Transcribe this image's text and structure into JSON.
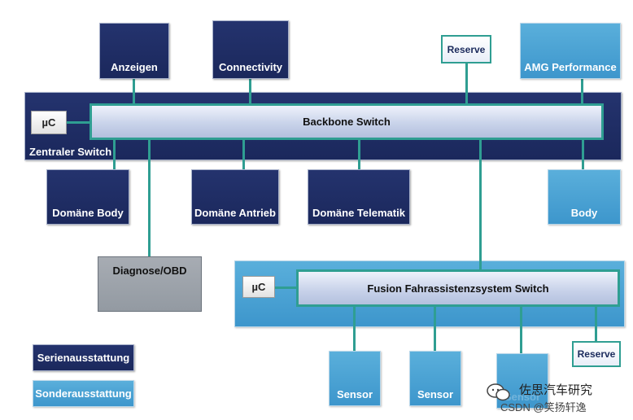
{
  "central": {
    "area_label": "Zentraler Switch",
    "uc_label": "µC",
    "switch_label": "Backbone Switch"
  },
  "top_units": {
    "anzeigen": "Anzeigen",
    "connectivity": "Connectivity",
    "reserve": "Reserve",
    "amg": "AMG Performance"
  },
  "domains": {
    "body": "Domäne Body",
    "antrieb": "Domäne Antrieb",
    "telematik": "Domäne Telematik",
    "body_option": "Body"
  },
  "diagnose": "Diagnose/OBD",
  "fusion": {
    "uc_label": "µC",
    "switch_label": "Fusion Fahrassistenzsystem Switch",
    "reserve": "Reserve"
  },
  "sensors": [
    "Sensor",
    "Sensor",
    "Sensor"
  ],
  "legend": {
    "serie": "Serienausstattung",
    "sonder": "Sonderausstattung"
  },
  "watermark": {
    "line1": "佐思汽车研究",
    "line2": "CSDN @笑扬轩逸"
  },
  "colors": {
    "navy": "#1e2c62",
    "light_blue": "#4aa3d6",
    "connector": "#2f9e92",
    "gray": "#9ba0a8"
  }
}
